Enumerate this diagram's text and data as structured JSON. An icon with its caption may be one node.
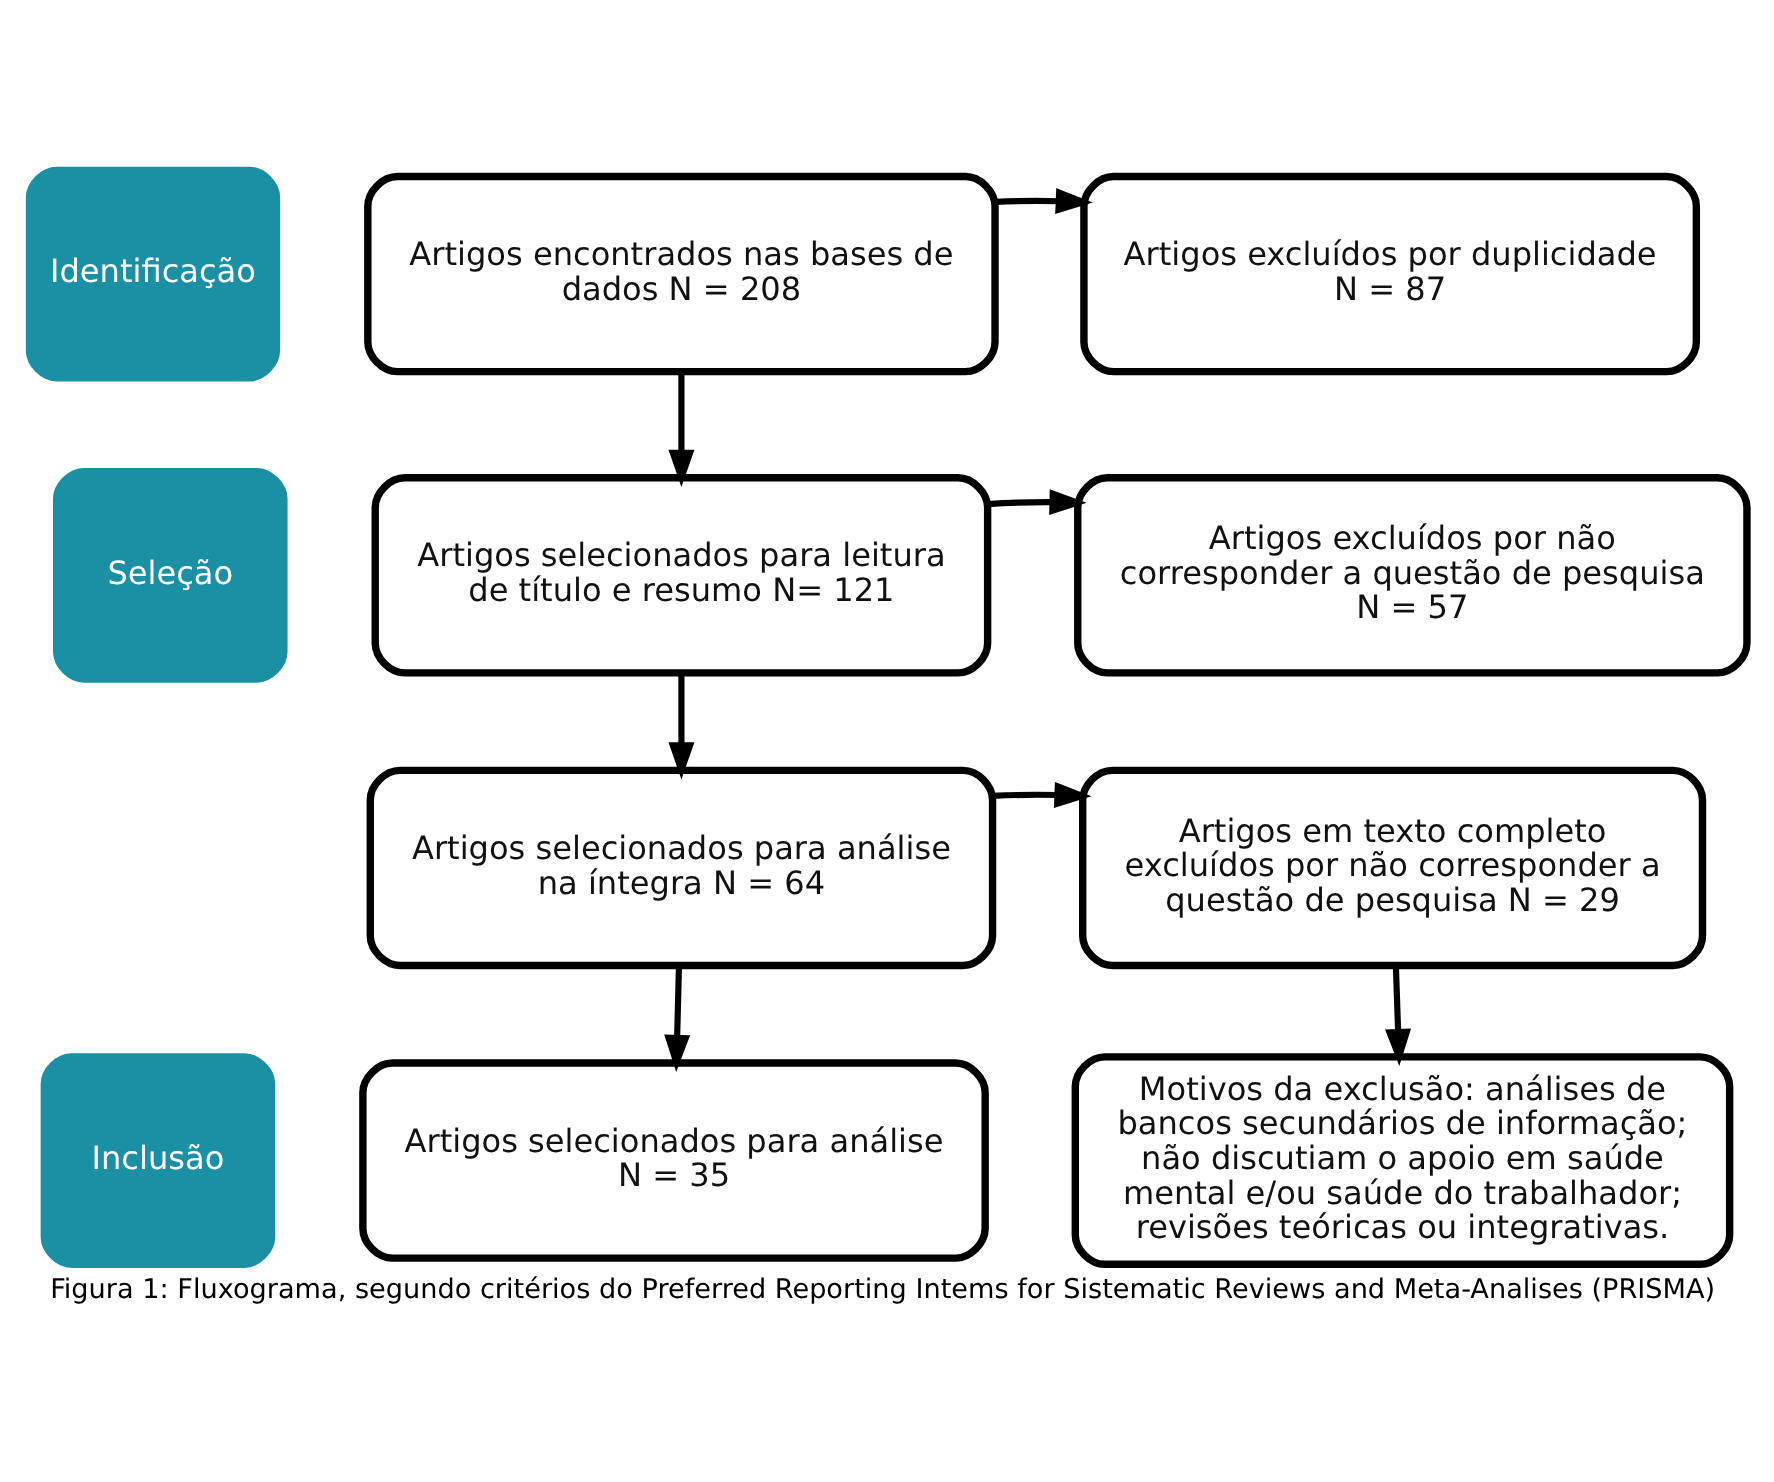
{
  "diagram": {
    "caption": "Figura 1: Fluxograma, segundo critérios do Preferred Reporting Intems for Sistematic Reviews and Meta-Analises (PRISMA)",
    "nodes": [
      {
        "text": [
          "Identificação"
        ]
      },
      {
        "text": [
          "Artigos encontrados nas bases de dados N = 208"
        ]
      },
      {
        "text": [
          "Artigos excluídos por duplicidade N = 87"
        ]
      },
      {
        "text": [
          "Seleção"
        ]
      },
      {
        "text": [
          "Artigos selecionados para leitura de título e resumo N= 121"
        ]
      },
      {
        "text": [
          "Artigos excluídos por não corresponder a questão de pesquisa N = 57"
        ]
      },
      {
        "text": [
          "Artigos selecionados para análise na íntegra N = 64"
        ]
      },
      {
        "text": [
          "Artigos em texto completo excluídos por não corresponder a questão de pesquisa N = 29"
        ]
      },
      {
        "text": [
          "Inclusão"
        ]
      },
      {
        "text": [
          "Artigos selecionados para análise N = 35"
        ]
      },
      {
        "text": [
          "Motivos da exclusão: análises de bancos secundários de informação; não discutiam o apoio em saúde mental e/ou saúde do trabalhador; revisões teóricas ou integrativas."
        ]
      }
    ],
    "edges": [
      {
        "from": 1,
        "to": 2,
        "arrow": "to"
      },
      {
        "from": 1,
        "to": 4,
        "arrow": "to"
      },
      {
        "from": 4,
        "to": 5,
        "arrow": "to"
      },
      {
        "from": 4,
        "to": 6,
        "arrow": "to"
      },
      {
        "from": 6,
        "to": 7,
        "arrow": "to"
      },
      {
        "from": 6,
        "to": 9,
        "arrow": "to"
      },
      {
        "from": 7,
        "to": 10,
        "arrow": "to"
      }
    ]
  }
}
